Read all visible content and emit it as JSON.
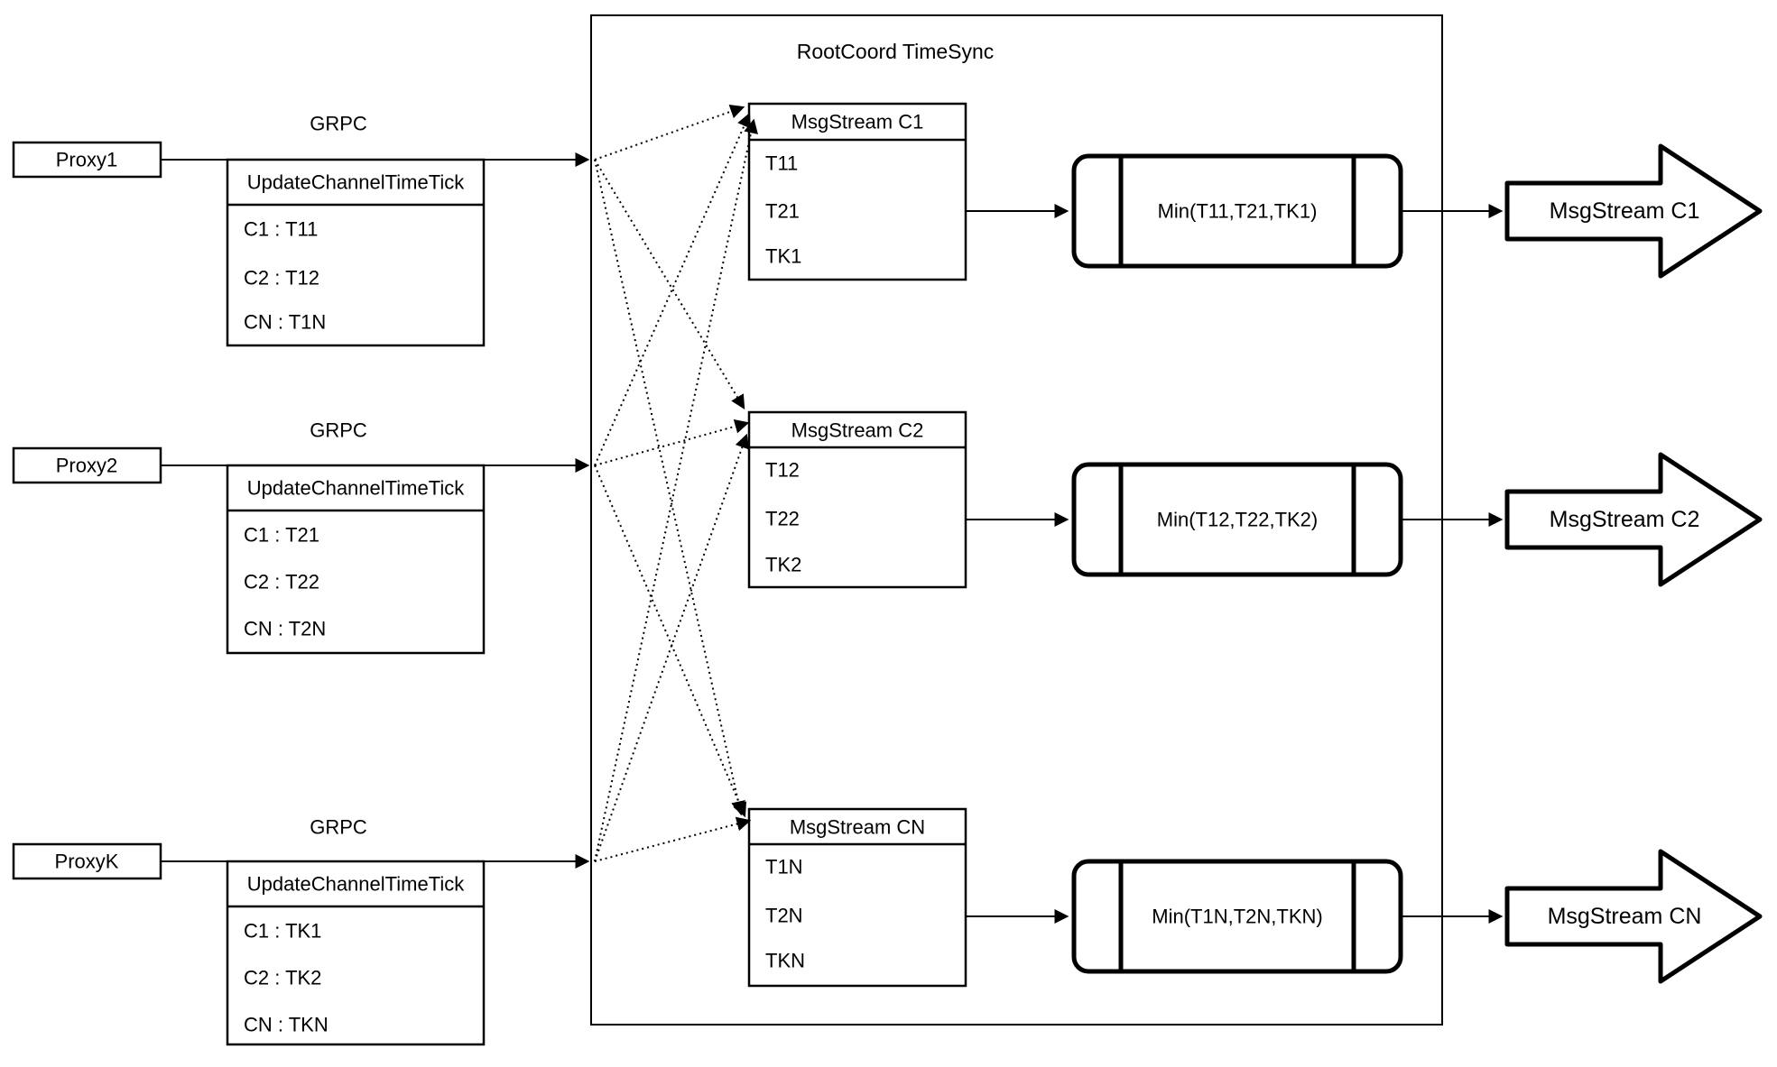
{
  "container_title": "RootCoord TimeSync",
  "proxies": [
    {
      "name": "Proxy1",
      "grpc_label": "GRPC",
      "table": {
        "header": "UpdateChannelTimeTick",
        "rows": [
          "C1 : T11",
          "C2 : T12",
          "CN : T1N"
        ]
      }
    },
    {
      "name": "Proxy2",
      "grpc_label": "GRPC",
      "table": {
        "header": "UpdateChannelTimeTick",
        "rows": [
          "C1 : T21",
          "C2 : T22",
          "CN : T2N"
        ]
      }
    },
    {
      "name": "ProxyK",
      "grpc_label": "GRPC",
      "table": {
        "header": "UpdateChannelTimeTick",
        "rows": [
          "C1 : TK1",
          "C2 : TK2",
          "CN : TKN"
        ]
      }
    }
  ],
  "streams": [
    {
      "header": "MsgStream C1",
      "ticks": [
        "T11",
        "T21",
        "TK1"
      ],
      "min_label": "Min(T11,T21,TK1)",
      "output_label": "MsgStream C1"
    },
    {
      "header": "MsgStream C2",
      "ticks": [
        "T12",
        "T22",
        "TK2"
      ],
      "min_label": "Min(T12,T22,TK2)",
      "output_label": "MsgStream C2"
    },
    {
      "header": "MsgStream CN",
      "ticks": [
        "T1N",
        "T2N",
        "TKN"
      ],
      "min_label": "Min(T1N,T2N,TKN)",
      "output_label": "MsgStream CN"
    }
  ],
  "colors": {
    "stroke": "#000000",
    "background": "#ffffff"
  }
}
